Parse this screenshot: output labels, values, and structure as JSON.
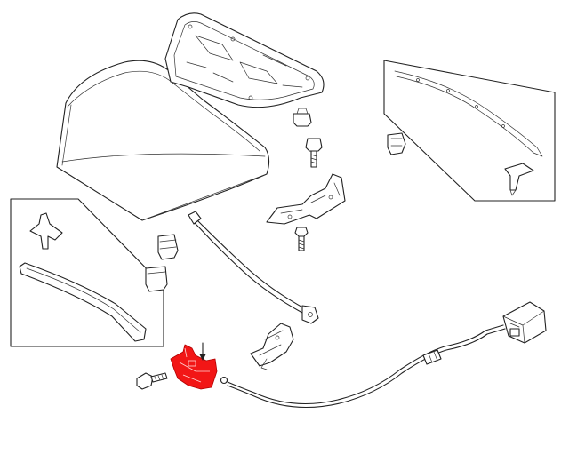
{
  "diagram": {
    "type": "exploded-parts-diagram",
    "colors": {
      "line": "#222222",
      "background": "#ffffff",
      "highlight": "#f21616"
    },
    "parts": [
      {
        "id": "hood-panel",
        "highlighted": false
      },
      {
        "id": "hood-insulator",
        "highlighted": false
      },
      {
        "id": "weatherstrip-inset-right",
        "highlighted": false
      },
      {
        "id": "weatherstrip-inset-left",
        "highlighted": false
      },
      {
        "id": "hood-hinge",
        "highlighted": false
      },
      {
        "id": "bolt",
        "highlighted": false
      },
      {
        "id": "hood-bumper",
        "highlighted": false
      },
      {
        "id": "prop-rod",
        "highlighted": false
      },
      {
        "id": "hood-latch",
        "highlighted": false
      },
      {
        "id": "release-cable",
        "highlighted": false
      },
      {
        "id": "release-handle",
        "highlighted": false
      },
      {
        "id": "latch-bracket",
        "highlighted": true
      }
    ]
  }
}
